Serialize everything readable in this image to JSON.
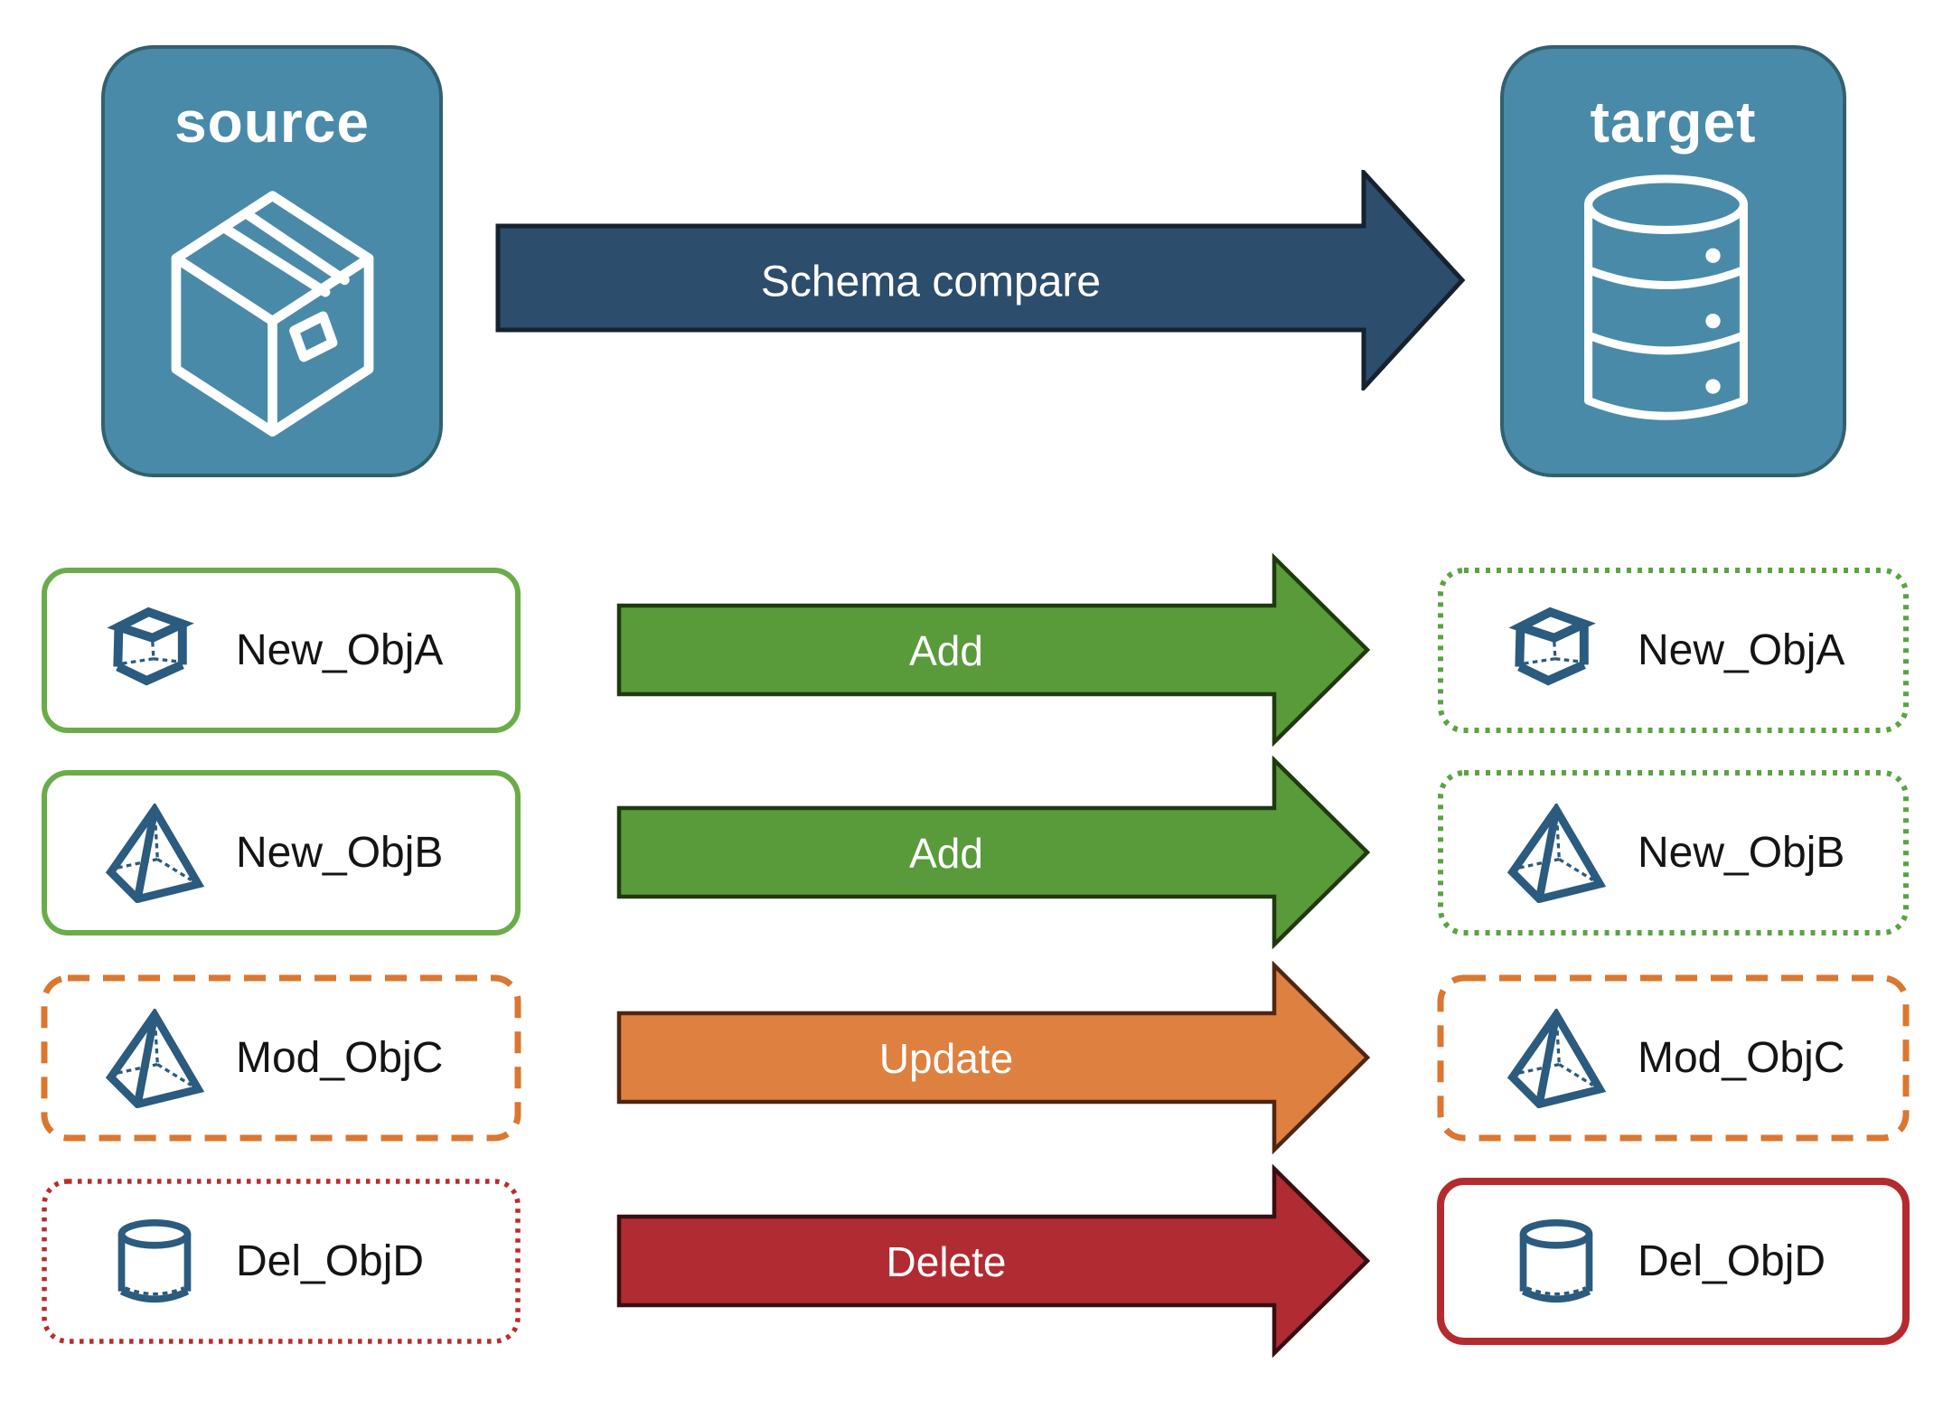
{
  "source": {
    "title": "source"
  },
  "target": {
    "title": "target"
  },
  "schema_arrow": {
    "label": "Schema compare"
  },
  "rows": [
    {
      "left": {
        "label": "New_ObjA",
        "icon": "cube",
        "border": "solid-green"
      },
      "arrow": {
        "label": "Add",
        "color": "green"
      },
      "right": {
        "label": "New_ObjA",
        "icon": "cube",
        "border": "dotted-green"
      }
    },
    {
      "left": {
        "label": "New_ObjB",
        "icon": "pyramid",
        "border": "solid-green"
      },
      "arrow": {
        "label": "Add",
        "color": "green"
      },
      "right": {
        "label": "New_ObjB",
        "icon": "pyramid",
        "border": "dotted-green"
      }
    },
    {
      "left": {
        "label": "Mod_ObjC",
        "icon": "pyramid",
        "border": "dashed-orange"
      },
      "arrow": {
        "label": "Update",
        "color": "orange"
      },
      "right": {
        "label": "Mod_ObjC",
        "icon": "pyramid",
        "border": "dashed-orange"
      }
    },
    {
      "left": {
        "label": "Del_ObjD",
        "icon": "cylinder",
        "border": "dotted-red"
      },
      "arrow": {
        "label": "Delete",
        "color": "red"
      },
      "right": {
        "label": "Del_ObjD",
        "icon": "cylinder",
        "border": "solid-red"
      }
    }
  ],
  "colors": {
    "panel_blue": "#4A8AA9",
    "panel_border": "#31616F",
    "schema_arrow_fill": "#2C4D6C",
    "schema_arrow_border": "#162230",
    "add_arrow_fill": "#599B3B",
    "add_arrow_border": "#20390F",
    "update_arrow_fill": "#DE8040",
    "update_arrow_border": "#4F2611",
    "delete_arrow_fill": "#B12B32",
    "delete_arrow_border": "#370F12",
    "box_border_green_solid": "#6AAC49",
    "box_border_green_dotted": "#59A343",
    "box_border_orange_dashed": "#DA7731",
    "box_border_red_dotted": "#B92C2C",
    "box_border_red_solid": "#B42A2F",
    "object_icon_blue": "#2B5B7E",
    "label_text": "#141414"
  }
}
